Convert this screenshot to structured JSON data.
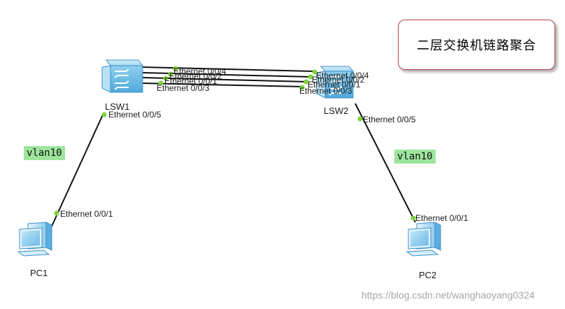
{
  "title": "二层交换机链路聚合",
  "devices": {
    "lsw1": "LSW1",
    "lsw2": "LSW2",
    "pc1": "PC1",
    "pc2": "PC2"
  },
  "ports": {
    "lsw1_e004": "Ethernet 0/0/4",
    "lsw1_e002": "Ethernet 0/0/2",
    "lsw1_e001": "Ethernet 0/0/1",
    "lsw1_e003": "Ethernet 0/0/3",
    "lsw1_e005": "Ethernet 0/0/5",
    "lsw2_e004": "Ethernet 0/0/4",
    "lsw2_e002": "Ethernet 0/0/2",
    "lsw2_e001": "Ethernet 0/0/1",
    "lsw2_e003": "Ethernet 0/0/3",
    "lsw2_e005": "Ethernet 0/0/5",
    "pc1_e001": "Ethernet 0/0/1",
    "pc2_e001": "Ethernet 0/0/1"
  },
  "vlans": {
    "left": "vlan10",
    "right": "vlan10"
  },
  "watermark": "https://blog.csdn.net/wanghaoyang0324",
  "colors": {
    "link": "#111111",
    "port_dot": "#7dd33a",
    "vlan_bg": "#9de59d",
    "switch_blue": "#79c3ea",
    "title_border": "#b4424b"
  },
  "icons": {
    "switch": "switch-icon",
    "pc": "pc-icon"
  }
}
